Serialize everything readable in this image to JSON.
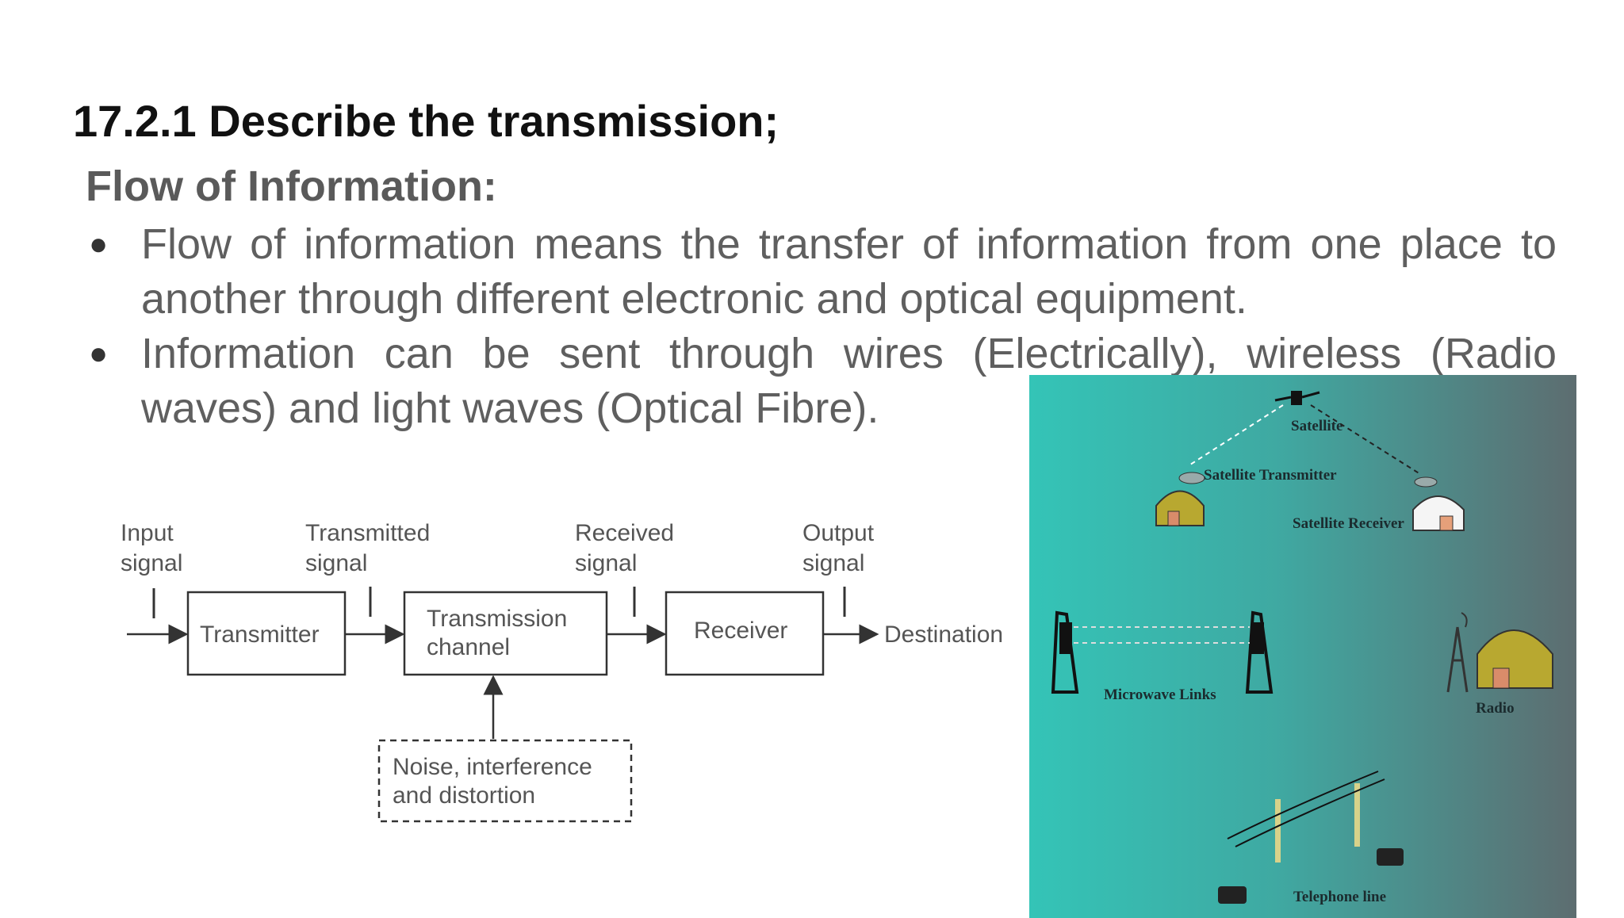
{
  "heading": "17.2.1 Describe the transmission;",
  "subheading": "Flow of Information:",
  "bullets": [
    "Flow of information means the transfer of information from one place to another through different electronic and optical equipment.",
    "Information can be sent through wires (Electrically), wireless (Radio waves) and light waves (Optical Fibre)."
  ],
  "block_diagram": {
    "input_signal": [
      "Input",
      "signal"
    ],
    "transmitted_signal": [
      "Transmitted",
      "signal"
    ],
    "received_signal": [
      "Received",
      "signal"
    ],
    "output_signal": [
      "Output",
      "signal"
    ],
    "transmitter": "Transmitter",
    "channel": [
      "Transmission",
      "channel"
    ],
    "receiver": "Receiver",
    "destination": "Destination",
    "noise": [
      "Noise, interference",
      "and distortion"
    ]
  },
  "network_image": {
    "satellite": "Satellite",
    "satellite_transmitter": "Satellite Transmitter",
    "satellite_receiver": "Satellite Receiver",
    "microwave_links": "Microwave Links",
    "radio": "Radio",
    "telephone_line": "Telephone line"
  }
}
